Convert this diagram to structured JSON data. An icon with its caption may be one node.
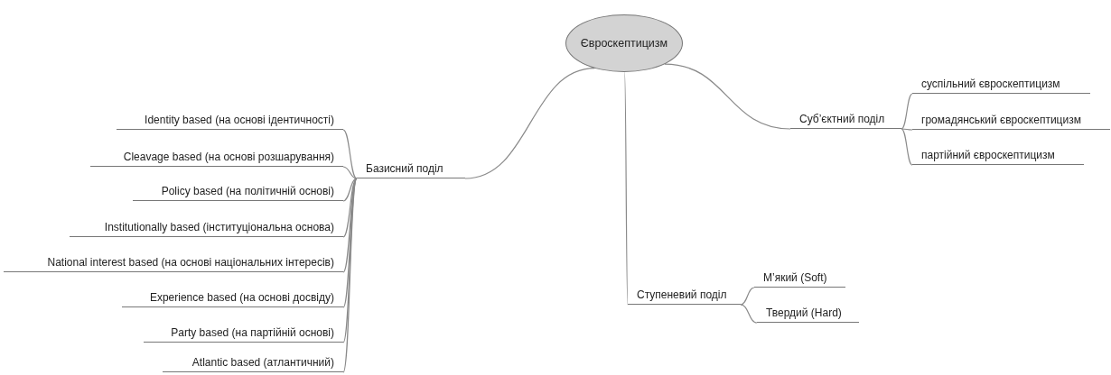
{
  "diagram": {
    "nodes": [
      {
        "text": [
          "Євроскептицизм"
        ]
      },
      {
        "text": [
          "Базисний поділ"
        ]
      },
      {
        "text": [
          "Identity based (на основі ідентичності)"
        ]
      },
      {
        "text": [
          "Cleavage based (на основі розшарування)"
        ]
      },
      {
        "text": [
          "Policy based (на політичній основі)"
        ]
      },
      {
        "text": [
          "Institutionally based (інституціональна основа)"
        ]
      },
      {
        "text": [
          "National interest based (на основі національних інтересів)"
        ]
      },
      {
        "text": [
          "Experience based (на основі досвіду)"
        ]
      },
      {
        "text": [
          "Party based (на партійній основі)"
        ]
      },
      {
        "text": [
          "Atlantic based (атлантичний)"
        ]
      },
      {
        "text": [
          "Суб’єктний поділ"
        ]
      },
      {
        "text": [
          "суспільний євроскептицизм"
        ]
      },
      {
        "text": [
          "громадянський євроскептицизм"
        ]
      },
      {
        "text": [
          "партійний євроскептицизм"
        ]
      },
      {
        "text": [
          "Ступеневий поділ"
        ]
      },
      {
        "text": [
          "М’який (Soft)"
        ]
      },
      {
        "text": [
          "Твердий (Hard)"
        ]
      }
    ],
    "edges": [
      {
        "from": 0,
        "to": 1,
        "arrow": "none"
      },
      {
        "from": 1,
        "to": 2,
        "arrow": "none"
      },
      {
        "from": 1,
        "to": 3,
        "arrow": "none"
      },
      {
        "from": 1,
        "to": 4,
        "arrow": "none"
      },
      {
        "from": 1,
        "to": 5,
        "arrow": "none"
      },
      {
        "from": 1,
        "to": 6,
        "arrow": "none"
      },
      {
        "from": 1,
        "to": 7,
        "arrow": "none"
      },
      {
        "from": 1,
        "to": 8,
        "arrow": "none"
      },
      {
        "from": 1,
        "to": 9,
        "arrow": "none"
      },
      {
        "from": 0,
        "to": 10,
        "arrow": "none"
      },
      {
        "from": 10,
        "to": 11,
        "arrow": "none"
      },
      {
        "from": 10,
        "to": 12,
        "arrow": "none"
      },
      {
        "from": 10,
        "to": 13,
        "arrow": "none"
      },
      {
        "from": 0,
        "to": 14,
        "arrow": "none"
      },
      {
        "from": 14,
        "to": 15,
        "arrow": "none"
      },
      {
        "from": 14,
        "to": 16,
        "arrow": "none"
      }
    ]
  }
}
